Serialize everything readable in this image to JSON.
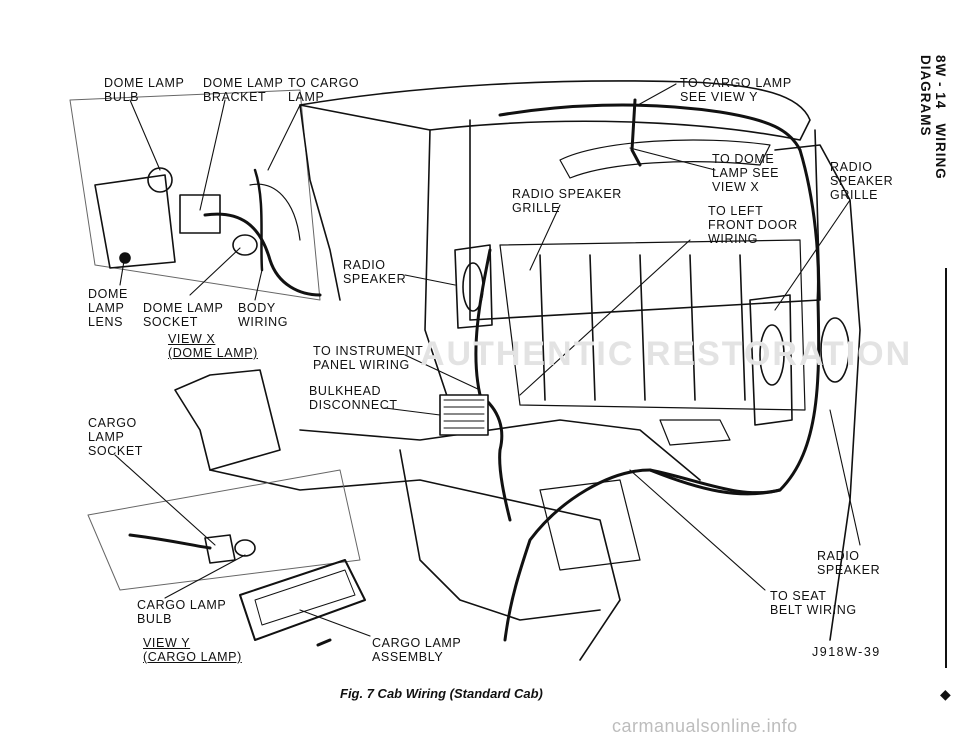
{
  "side_header": {
    "section": "8W - 14",
    "title": "WIRING DIAGRAMS"
  },
  "labels": {
    "dome_lamp_bulb": "DOME LAMP\nBULB",
    "dome_lamp_bracket": "DOME LAMP\nBRACKET",
    "to_cargo_lamp_top": "TO CARGO\nLAMP",
    "to_cargo_lamp_see_view_y": "TO CARGO LAMP\nSEE VIEW Y",
    "to_dome_lamp_see_view_x": "TO DOME\nLAMP SEE\nVIEW X",
    "to_left_front_door_wiring": "TO LEFT\nFRONT DOOR\nWIRING",
    "radio_speaker_grille_left": "RADIO SPEAKER\nGRILLE",
    "radio_speaker_grille_right": "RADIO\nSPEAKER\nGRILLE",
    "radio_speaker_left": "RADIO\nSPEAKER",
    "radio_speaker_right": "RADIO\nSPEAKER",
    "dome_lamp_lens": "DOME\nLAMP\nLENS",
    "dome_lamp_socket": "DOME LAMP\nSOCKET",
    "body_wiring": "BODY\nWIRING",
    "view_x": "VIEW X\n(DOME LAMP)",
    "to_instrument_panel_wiring": "TO INSTRUMENT\nPANEL WIRING",
    "bulkhead_disconnect": "BULKHEAD\nDISCONNECT",
    "cargo_lamp_socket": "CARGO\nLAMP\nSOCKET",
    "cargo_lamp_bulb": "CARGO LAMP\nBULB",
    "view_y": "VIEW Y\n(CARGO LAMP)",
    "cargo_lamp_assembly": "CARGO LAMP\nASSEMBLY",
    "to_seat_belt_wiring": "TO SEAT\nBELT WIRING"
  },
  "figure_code": "J918W-39",
  "caption": "Fig. 7 Cab Wiring (Standard Cab)",
  "watermark": "AUTHENTIC RESTORATION",
  "footer_url": "carmanualsonline.info",
  "colors": {
    "ink": "#111111",
    "paper": "#ffffff",
    "watermark": "#e3e3e3",
    "footer": "#bdbdbd"
  }
}
